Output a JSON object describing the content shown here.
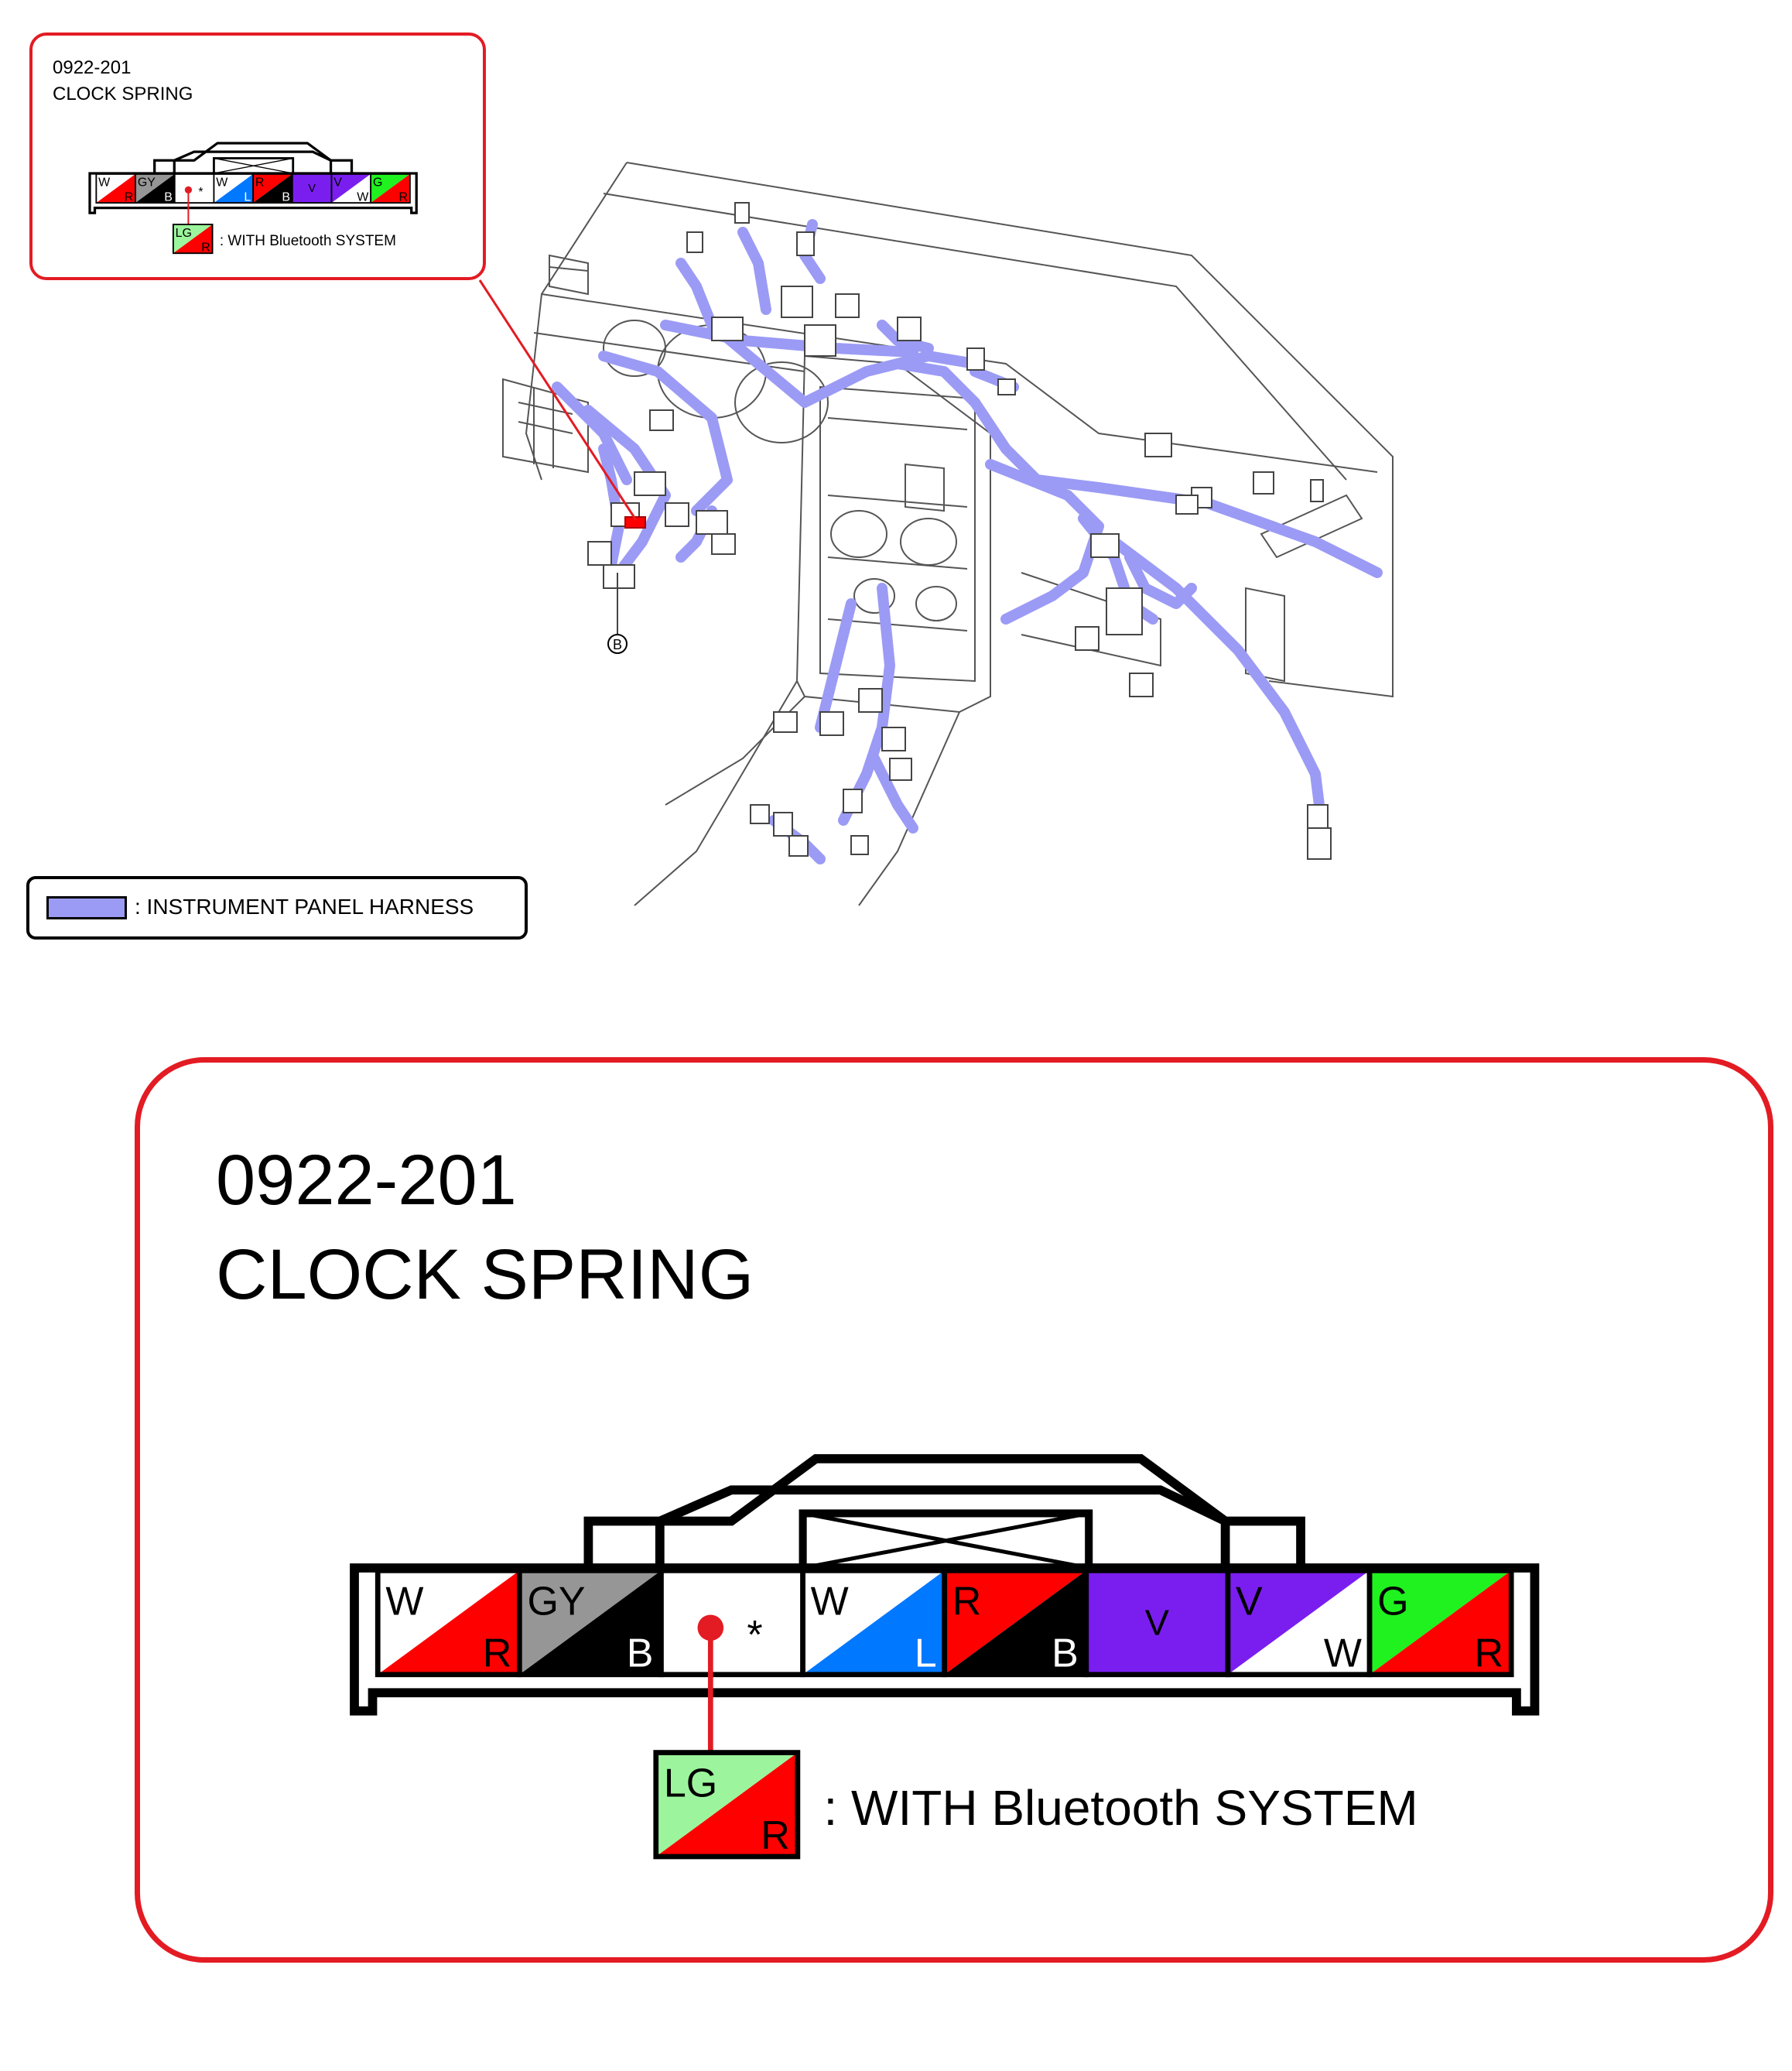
{
  "small_callout": {
    "code": "0922-201",
    "name": "CLOCK SPRING",
    "note": ": WITH Bluetooth SYSTEM"
  },
  "large_callout": {
    "code": "0922-201",
    "name": "CLOCK SPRING",
    "note": ": WITH Bluetooth SYSTEM"
  },
  "legend": {
    "label": ": INSTRUMENT PANEL HARNESS",
    "color": "#9b9bf5"
  },
  "location_marker": "B",
  "connector": {
    "terminals": [
      {
        "top": "W",
        "bottom": "R",
        "top_color": "#ffffff",
        "bottom_color": "#ff0000"
      },
      {
        "top": "GY",
        "bottom": "B",
        "top_color": "#969696",
        "bottom_color": "#000000"
      },
      {
        "top": "",
        "bottom": "",
        "top_color": "#ffffff",
        "bottom_color": "#ffffff",
        "special": "*"
      },
      {
        "top": "W",
        "bottom": "L",
        "top_color": "#ffffff",
        "bottom_color": "#0078ff"
      },
      {
        "top": "R",
        "bottom": "B",
        "top_color": "#ff0000",
        "bottom_color": "#000000"
      },
      {
        "top": "",
        "bottom": "",
        "top_color": "#7a1ef0",
        "bottom_color": "#7a1ef0",
        "single": "V"
      },
      {
        "top": "V",
        "bottom": "W",
        "top_color": "#7a1ef0",
        "bottom_color": "#ffffff"
      },
      {
        "top": "G",
        "bottom": "R",
        "top_color": "#1ff21f",
        "bottom_color": "#ff0000"
      }
    ],
    "optional_terminal": {
      "top": "LG",
      "bottom": "R",
      "top_color": "#9cf59c",
      "bottom_color": "#ff0000"
    }
  },
  "colors": {
    "callout_red": "#e31b23",
    "harness_blue": "#9b9bf5"
  }
}
